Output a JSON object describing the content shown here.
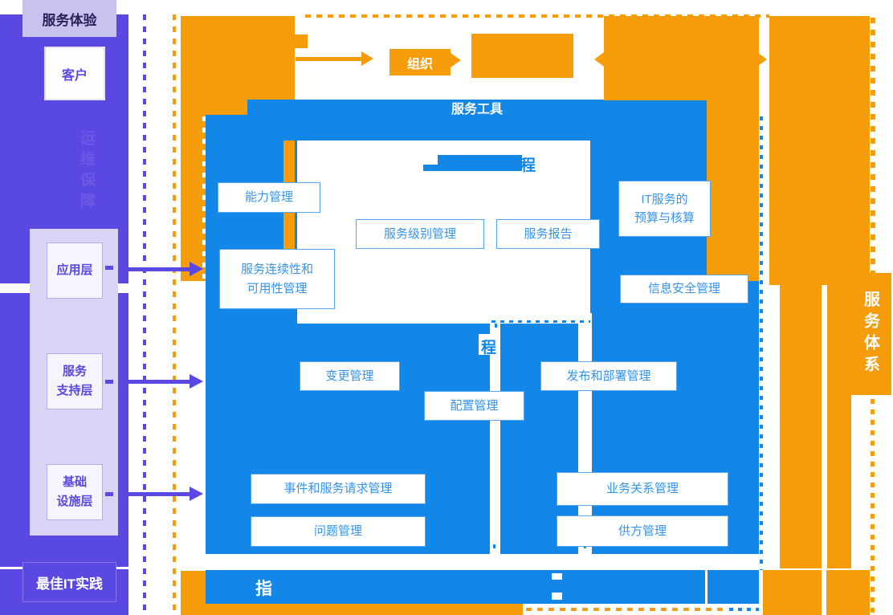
{
  "palette": {
    "purple": "#5a48e2",
    "lavender": "#d9d4f5",
    "lavender_box": "#f6f4fd",
    "header_bg": "#c8c2ee",
    "header_text": "#2a2159",
    "orange": "#f59c0b",
    "blue": "#1287e8",
    "box_border": "#55a6ef",
    "box_text": "#3494ec"
  },
  "sidebar": {
    "header_label": "服务体验",
    "customer_label": "客户",
    "watermark_vertical": "运维保障",
    "layer_app": "应用层",
    "layer_support_line1": "服务",
    "layer_support_line2": "支持层",
    "layer_infra_line1": "基础",
    "layer_infra_line2": "设施层",
    "footer_label": "最佳IT实践"
  },
  "top_flow": {
    "org_label": "组织"
  },
  "panel": {
    "tools_header": "服务工具",
    "delivery_title_fragment": "程",
    "capability": "能力管理",
    "service_level": "服务级别管理",
    "service_report": "服务报告",
    "continuity_line1": "服务连续性和",
    "continuity_line2": "可用性管理",
    "budget_line1": "IT服务的",
    "budget_line2": "预算与核算",
    "security": "信息安全管理",
    "control_fragment": "程",
    "change": "变更管理",
    "config": "配置管理",
    "release": "发布和部署管理",
    "incident": "事件和服务请求管理",
    "problem": "问题管理",
    "business_relationship": "业务关系管理",
    "supplier": "供方管理"
  },
  "right_rail": {
    "label_vertical": "服务体系"
  },
  "bottom_bar": {
    "text_fragment": "指"
  }
}
